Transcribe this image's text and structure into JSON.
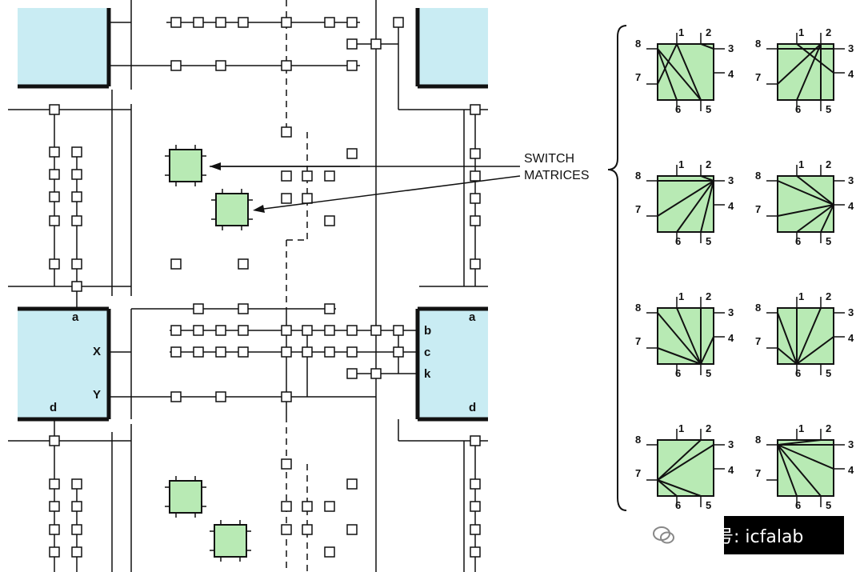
{
  "callout": {
    "line1": "SWITCH",
    "line2": "MATRICES"
  },
  "block_labels": {
    "left_top": "a",
    "left_x": "X",
    "left_y": "Y",
    "left_bottom": "d",
    "right_b": "b",
    "right_c": "c",
    "right_k": "k",
    "right_top": "a",
    "right_bottom": "d"
  },
  "matrix_pins": [
    "1",
    "2",
    "3",
    "4",
    "5",
    "6",
    "7",
    "8"
  ],
  "matrix_configs": [
    {
      "connections": [
        [
          8,
          5
        ],
        [
          8,
          6
        ],
        [
          1,
          5
        ],
        [
          1,
          7
        ],
        [
          2,
          3
        ]
      ]
    },
    {
      "connections": [
        [
          8,
          3
        ],
        [
          2,
          7
        ],
        [
          2,
          6
        ],
        [
          2,
          5
        ],
        [
          1,
          4
        ]
      ]
    },
    {
      "connections": [
        [
          8,
          3
        ],
        [
          3,
          7
        ],
        [
          3,
          6
        ],
        [
          3,
          5
        ],
        [
          2,
          3
        ]
      ]
    },
    {
      "connections": [
        [
          8,
          4
        ],
        [
          7,
          4
        ],
        [
          4,
          6
        ],
        [
          4,
          5
        ],
        [
          1,
          4
        ]
      ]
    },
    {
      "connections": [
        [
          8,
          5
        ],
        [
          1,
          5
        ],
        [
          2,
          5
        ],
        [
          7,
          5
        ],
        [
          4,
          5
        ]
      ]
    },
    {
      "connections": [
        [
          8,
          6
        ],
        [
          1,
          6
        ],
        [
          2,
          6
        ],
        [
          7,
          6
        ],
        [
          4,
          6
        ]
      ]
    },
    {
      "connections": [
        [
          8,
          7
        ],
        [
          7,
          2
        ],
        [
          7,
          3
        ],
        [
          7,
          5
        ],
        [
          7,
          6
        ]
      ]
    },
    {
      "connections": [
        [
          8,
          2
        ],
        [
          8,
          3
        ],
        [
          8,
          4
        ],
        [
          8,
          5
        ],
        [
          8,
          6
        ]
      ]
    }
  ],
  "colors": {
    "block_fill": "#c9ecf3",
    "matrix_fill": "#b8eab4",
    "line": "#111111"
  },
  "watermark": {
    "text": "微信号: icfalab",
    "icon": "wechat-icon"
  }
}
